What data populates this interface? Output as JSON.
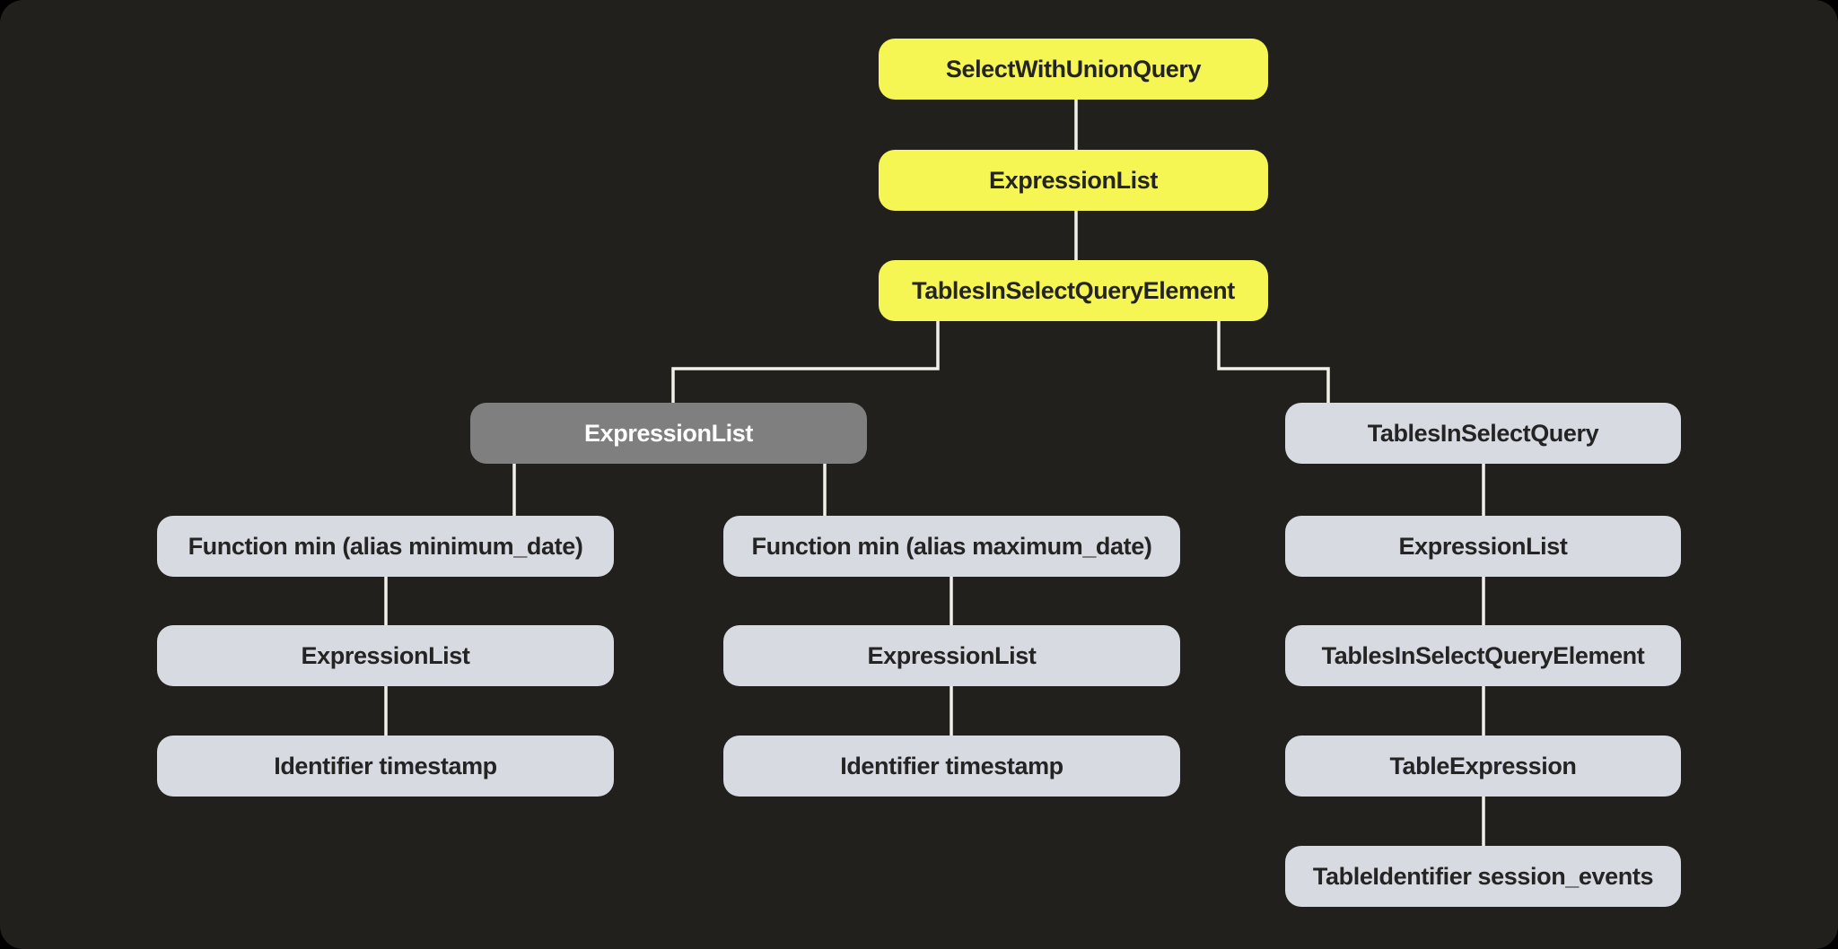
{
  "diagram": {
    "type": "tree",
    "orientation": "top-down",
    "nodes": {
      "n1": {
        "label": "SelectWithUnionQuery",
        "style": "highlighted"
      },
      "n2": {
        "label": "ExpressionList",
        "style": "highlighted"
      },
      "n3": {
        "label": "TablesInSelectQueryElement",
        "style": "highlighted"
      },
      "n4": {
        "label": "ExpressionList",
        "style": "gray"
      },
      "n5": {
        "label": "TablesInSelectQuery",
        "style": "light"
      },
      "n6": {
        "label": "Function min (alias minimum_date)",
        "style": "light"
      },
      "n7": {
        "label": "Function min (alias maximum_date)",
        "style": "light"
      },
      "n8": {
        "label": "ExpressionList",
        "style": "light"
      },
      "n9": {
        "label": "ExpressionList",
        "style": "light"
      },
      "n10": {
        "label": "ExpressionList",
        "style": "light"
      },
      "n11": {
        "label": "TablesInSelectQueryElement",
        "style": "light"
      },
      "n12": {
        "label": "Identifier timestamp",
        "style": "light"
      },
      "n13": {
        "label": "Identifier timestamp",
        "style": "light"
      },
      "n14": {
        "label": "TableExpression",
        "style": "light"
      },
      "n15": {
        "label": "TableIdentifier session_events",
        "style": "light"
      }
    },
    "edges": [
      {
        "from": "n1",
        "to": "n2"
      },
      {
        "from": "n2",
        "to": "n3"
      },
      {
        "from": "n3",
        "to": "n4"
      },
      {
        "from": "n3",
        "to": "n5"
      },
      {
        "from": "n4",
        "to": "n6"
      },
      {
        "from": "n4",
        "to": "n7"
      },
      {
        "from": "n6",
        "to": "n9"
      },
      {
        "from": "n7",
        "to": "n10"
      },
      {
        "from": "n9",
        "to": "n12"
      },
      {
        "from": "n10",
        "to": "n13"
      },
      {
        "from": "n5",
        "to": "n8"
      },
      {
        "from": "n8",
        "to": "n11"
      },
      {
        "from": "n11",
        "to": "n14"
      },
      {
        "from": "n14",
        "to": "n15"
      }
    ]
  },
  "colors": {
    "background": "#21201c",
    "highlight_node": "#f5f554",
    "gray_node": "#7f7f7f",
    "light_node": "#d8dae1",
    "dark_text": "#242424",
    "light_text": "#ffffff",
    "connector_line": "#f3f0ea"
  }
}
